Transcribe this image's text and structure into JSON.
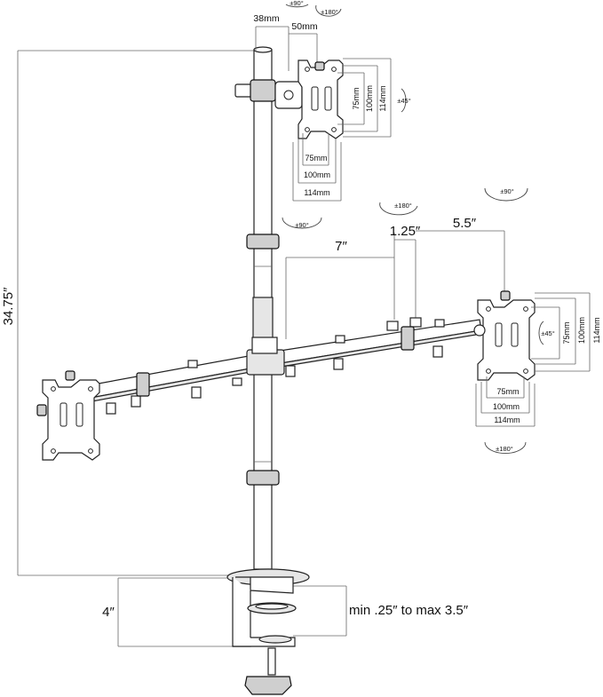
{
  "dimensions": {
    "total_height": "34.75″",
    "clamp_height": "4″",
    "desk_thickness": "min .25″ to max 3.5″",
    "arm_segment_a": "7″",
    "arm_segment_b": "1.25″",
    "arm_segment_c": "5.5″",
    "pole_diameter": "38mm",
    "top_offset": "50mm"
  },
  "top_plate": {
    "v75": "75mm",
    "v100": "100mm",
    "v114": "114mm",
    "h75": "75mm",
    "h100": "100mm",
    "h114": "114mm",
    "tilt": "±45°",
    "rotate_top_left": "±90°",
    "rotate_top_right": "±180°",
    "rotate_bottom": "±90°"
  },
  "right_plate": {
    "v75": "75mm",
    "v100": "100mm",
    "v114": "114mm",
    "h75": "75mm",
    "h100": "100mm",
    "h114": "114mm",
    "tilt": "±45°",
    "swivel_top_left": "±180°",
    "swivel_top_right": "±90°",
    "swivel_bottom": "±180°"
  },
  "colors": {
    "line": "#222222",
    "dimension": "#666666",
    "background": "#ffffff"
  }
}
